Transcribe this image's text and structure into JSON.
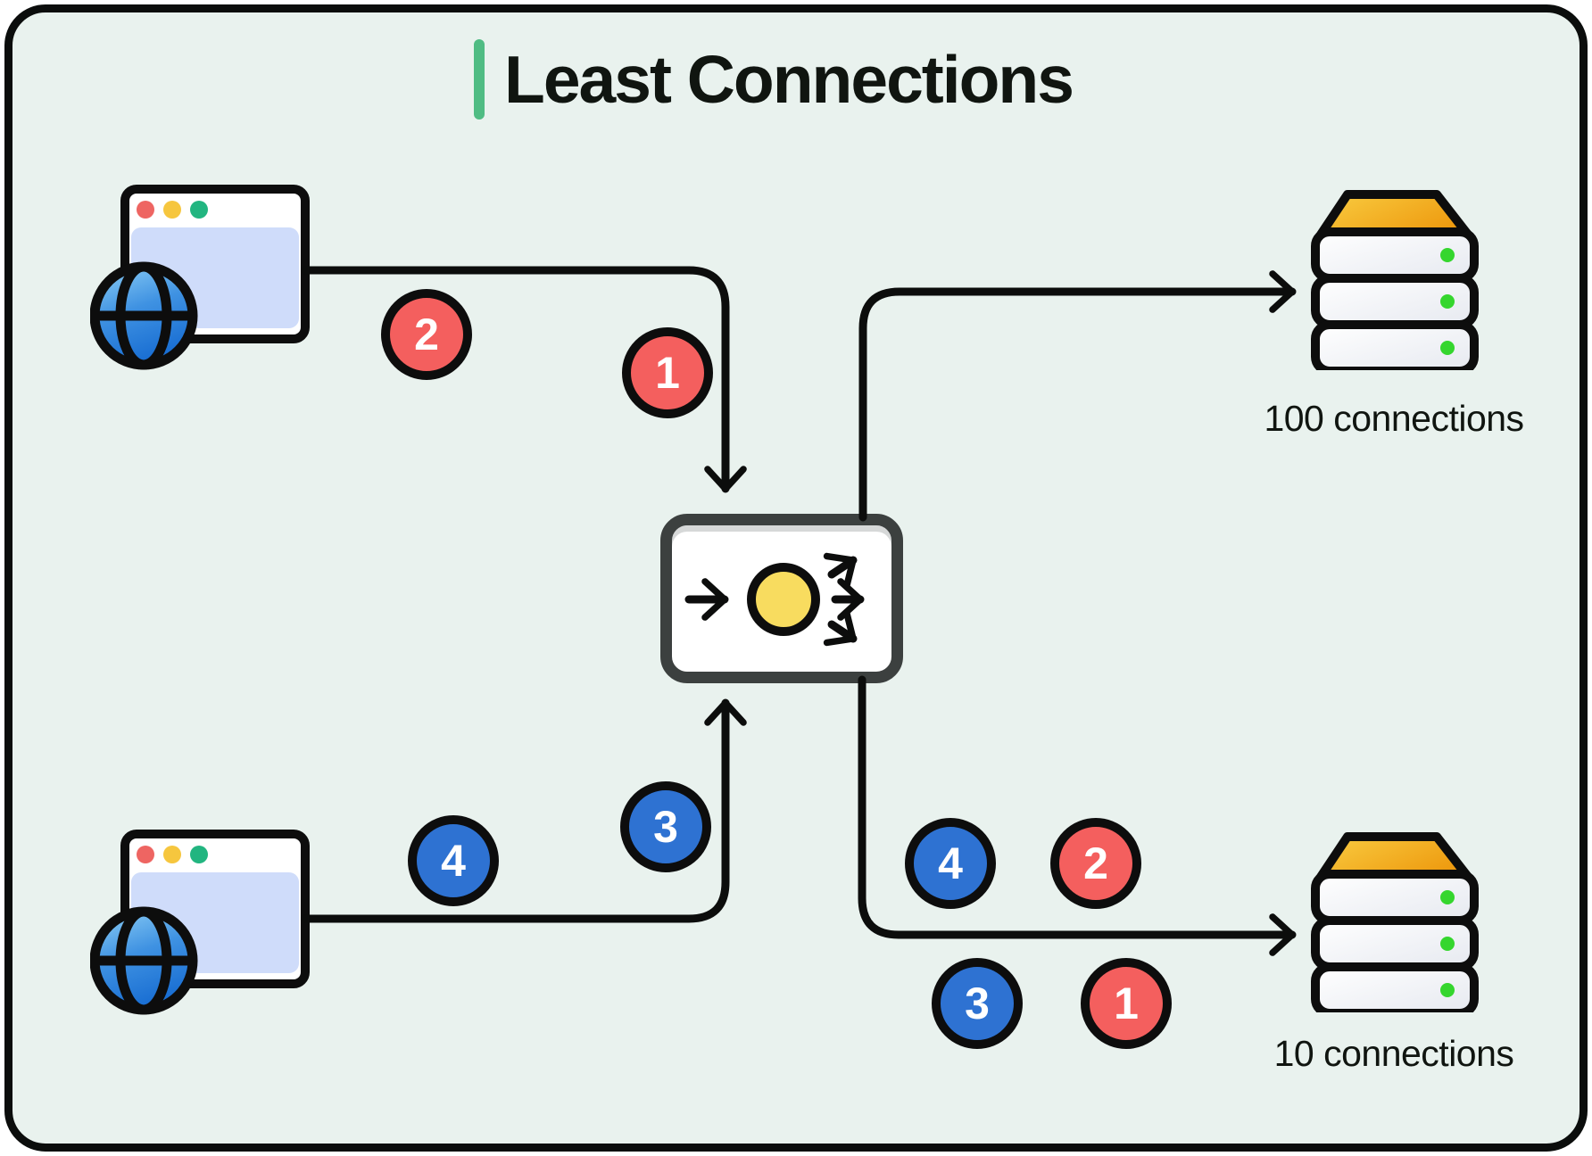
{
  "title": {
    "text": "Least Connections"
  },
  "colors": {
    "background": "#e9f2ee",
    "outline": "#0b0d0c",
    "accent_green": "#4fbc83",
    "request_red": "#f45f5e",
    "request_blue": "#2e72d2",
    "balancer_yellow": "#f8dc5f",
    "server_cap_orange_light": "#f9cd42",
    "server_cap_orange_dark": "#ee9b10",
    "status_green": "#35d62e",
    "browser_content_blue": "#cfdcfa",
    "globe_blue_light": "#7ac0f0",
    "globe_blue_dark": "#1a6fd3",
    "traffic_red": "#ee6562",
    "traffic_yellow": "#f6c63e",
    "traffic_green": "#22b580"
  },
  "icons": {
    "client": "browser-globe-icon",
    "load_balancer": "distribution-icon",
    "server": "server-stack-icon"
  },
  "clients": [
    {
      "id": "client-top"
    },
    {
      "id": "client-bottom"
    }
  ],
  "servers": [
    {
      "id": "server-top",
      "label": "100 connections"
    },
    {
      "id": "server-bottom",
      "label": "10 connections"
    }
  ],
  "request_badges": [
    {
      "id": "badge-2-top-path",
      "number": "2",
      "color": "#f45f5e"
    },
    {
      "id": "badge-1-top-path",
      "number": "1",
      "color": "#f45f5e"
    },
    {
      "id": "badge-3-bottom-path",
      "number": "3",
      "color": "#2e72d2"
    },
    {
      "id": "badge-4-bottom-path",
      "number": "4",
      "color": "#2e72d2"
    },
    {
      "id": "badge-4-to-server",
      "number": "4",
      "color": "#2e72d2"
    },
    {
      "id": "badge-2-to-server",
      "number": "2",
      "color": "#f45f5e"
    },
    {
      "id": "badge-3-to-server",
      "number": "3",
      "color": "#2e72d2"
    },
    {
      "id": "badge-1-to-server",
      "number": "1",
      "color": "#f45f5e"
    }
  ]
}
